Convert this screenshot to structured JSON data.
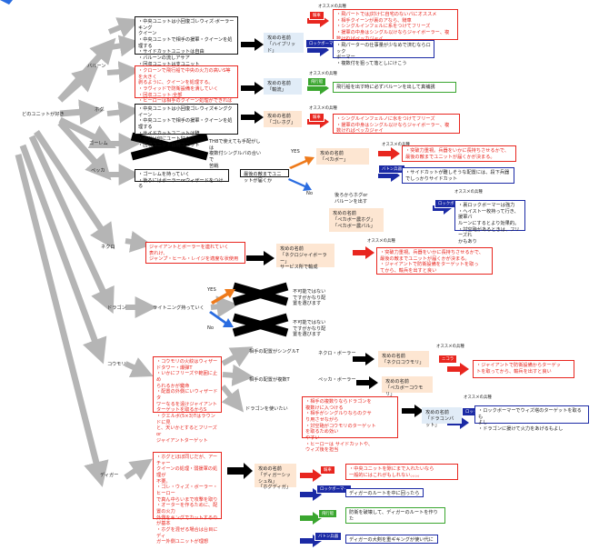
{
  "root": "どのユニットが好き",
  "branches": {
    "baloon": "バルーン",
    "hog": "ホグ",
    "golem": "ゴーレム",
    "pekka": "ペッカ",
    "necro": "ネクロ",
    "dragon": "ドラゴン",
    "cowrie": "コウモリ",
    "digger": "ディガー"
  },
  "osusume": "オススメの兵種",
  "tags": {
    "kisha": "騎車",
    "lock": "ロックボーマー",
    "hikou": "飛行船",
    "baton": "バトン兵器",
    "kisha2": "ニコラ"
  },
  "b1": {
    "box": "・中央ユニットは小回復ゴレウィズ·ボーラーキング\nクイーン\n・中央ユニットで相手の援軍・クイーンを処理する\n・サイドカットユニットは自由\n・バルーンの流しアサア\n・回収ユニットは支ユニット",
    "result": "攻めの名前\n「ハイブリッド」",
    "r_red": "・飛パートではJ対け仁自宅のないバにオススメ\n・相手クイーンが裏のアなら、騎車\n・シングルインフェルに系をつけてフリーズ\n・援軍の中身はシングル以けならジャイボーラー、複\n数ければペッカジャイ",
    "r_blue": "・飛パーターの仕事量が少なめで済むならロック\nボーマー\n・複数付を狙って落としにけこう"
  },
  "b2": {
    "box": "・クローンで飛行船で中央の火力の高いS等を大きく\n剥るように、クイーンを処理する。\n・ラヴィッドで防衛設備を潰していく\n・回収ユニット:全部\n・ヒーローは相手のクイーン処理ができれば強力",
    "result": "攻めの名前\n「輸流」",
    "r_green": "飛行船を出す時に必ずバルーンを出して真補誘"
  },
  "b3": {
    "box": "・中央ユニットは小回復ゴレウィズキングクイーン\n・中央ユニットで相手の援軍・クイーンを処理する\n・サイドカットユニットは騎\n・ホグは何にユート好み\n・回収ユニットは騎ユニット",
    "result": "攻めの名前\n「ゴレホグ」",
    "r_red": "・シングルインフェルノに氷をつけてフリーズ\n・援軍の中身はシングル以けならジャイボーラー、複\n数ければペッカジャイ"
  },
  "b4": {
    "note": "TH8で使えても手配がしは\n複数付シングルバの合いで\n苦戦"
  },
  "b5": {
    "box": "・ゴーレムを持っていく\n・後ろにはボーラーorウィザードをつける",
    "q": "最後の敵までユニットが届くか",
    "yes": "YES",
    "no": "No",
    "resultA": "攻めの名前\n「ペカボー」",
    "rA_red": "・突破力重視。兵器をいかに長持ちさせるかで、\n最後の敵までユニットが届くかが決まる。",
    "rA_blue": "・サイドカットが難しそうな配置には、段下兵器\nでしっかりサイドカット",
    "alt": "後ろからホグor\nバルーンを出す",
    "resultB": "攻めの名前\n「ペカボー農ホグ」\n「ペカボー農バル」",
    "rB_blue": "・裏ロックボーマーは強力\n・ヘイスト一枚持って行き、援軍バ\nルーンにするとより効果的。\n・対空砲があるときは、フリーズれ\nかもあり"
  },
  "b6": {
    "box": "ジャイアントとボーラーを連れていく\n表れけ、\nジャンプ・ヒール・レイジを適度な状使用",
    "result": "攻めの名前\n「ネクロジャイボーラー」\nサービス所で輸成",
    "r_red": "・突破力重視。兵器をいかに長持ちさせるかで、\n最後の敵までユニットが届くかが決まる。\n・ジャイアントで防衛設備をターゲットを取っ\nてから、輸兵を出すと良い"
  },
  "b7": {
    "q": "ライトニング持っていく",
    "yes": "YES",
    "no": "No",
    "x1": "不可能ではない\nですがかなり配\n置を選びます",
    "x2": "不可能ではない\nですがかなり配\n置を選びます"
  },
  "b8": {
    "box": "・コウモリの火紋はウィザードタワー・爆弾T\n・いかにフリーズや範囲に止め\nられるかが鍵命\n・配置の外側にいウィザードタ\nワーなるを遠けジャイアント\nターゲットを取るからS\n・クエルボ(5×3)Tはラウンドに見\nと、天いかとするとフリーズor\nジャイアントターゲット",
    "q1": "相手の配置がシングルT",
    "q1r": "ネクロ・ボーラー",
    "q2": "相手の配置が複数T",
    "q2r": "ペッカ・ボーラー",
    "q3": "ドラゴンを使いたい",
    "q3box": "・相手の複数りならドラゴンを\n複数けに入つける\n・相手がシングルりならのクサ\nり用させながら\n・対空砲がコウモリのターゲット\nを取るため効い\nやすい\n・ヒーローは サイドカットや、\nウィズ後を担当",
    "resA": "攻めの名前\n「ネクロコウモリ」",
    "resB": "攻めの名前\n「ペカボーコウモリ」",
    "resC": "攻めの名前\n「ドラコンバット」",
    "rC_blue": "・ロックボーマーでウィズ塔のターゲットを取るも\nよし\n・ドラゴンに援けて火力をあげるもよし",
    "rAB_red": "・ジャイアントで防衛設備からターゲッ\nトを取ってから、輸兵を出すと良い"
  },
  "b9": {
    "box": "・ホグとほぼ同じだが、アーチャー\nクイーンの処理・弱援軍の処理が\n不要。\n・ゴレ・ウィズ・ボーラー・ヒーロー\nで真ん中らいまで攻撃を取り\n・オーターを作るために、配置の火力\n外側をキングでカットするのが基本\n・ホグを混ぜる場合は台目にディ\nガー外側ユニットが理想",
    "result": "攻めの名前\n「ディガーシッシュね」\n「ホグディガ」",
    "r_red": "・中央ユニットを隙にまで入れたいなら\n一般的にはこれがもしれない。。。。",
    "r_blue": "ディガーのルートを中に回ったら",
    "r_green": "防衛を破壊して、ディガーのルートを作りた\n",
    "r_blue2": "ディガーの大剣を重ギキングが使い代に"
  }
}
